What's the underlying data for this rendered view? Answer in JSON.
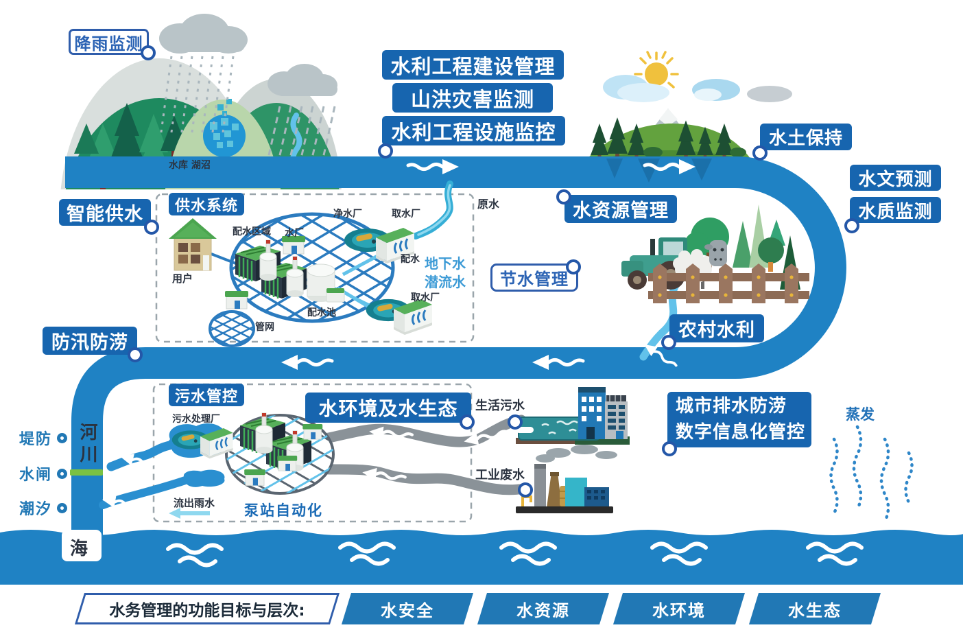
{
  "colors": {
    "badge_blue": "#1765af",
    "river_blue": "#1f82c4",
    "outline_blue": "#2f5dab",
    "light_stream_blue": "#62c2ea",
    "pipe_gray": "#8a9298",
    "legend_blue": "#2178b5",
    "sluice_green": "#7ac143"
  },
  "icons": {
    "connector_marker": "circle-outline",
    "flow_arrow": "wavy-arrow",
    "evaporation_mark": "dotted-squiggle"
  },
  "badges": {
    "rainfall_monitoring": "降雨监测",
    "construction_management": "水利工程建设管理",
    "mountain_flood_monitoring": "山洪灾害监测",
    "facility_monitoring": "水利工程设施监控",
    "soil_water_conservation": "水土保持",
    "hydrology_forecast": "水文预测",
    "water_quality_monitoring": "水质监测",
    "smart_water_supply": "智能供水",
    "water_resources_management": "水资源管理",
    "water_saving_management": "节水管理",
    "rural_water": "农村水利",
    "flood_prevention": "防汛防涝",
    "water_env_ecology": "水环境及水生态",
    "urban_drainage_line1": "城市排水防涝",
    "urban_drainage_line2": "数字信息化管控",
    "supply_system": "供水系统",
    "sewage_control": "污水管控"
  },
  "labels": {
    "reservoir_lake": "水库 湖沼",
    "raw_water": "原水",
    "user": "用户",
    "distribution_area": "配水区域",
    "water_plant": "水厂",
    "purification_plant": "净水厂",
    "intake_plant_top": "取水厂",
    "water_distribution": "配水",
    "groundwater_line1": "地下水",
    "groundwater_line2": "潜流水",
    "intake_plant_bottom": "取水厂",
    "distribution_pool": "配水池",
    "pipe_network": "管网",
    "sewage_treatment_plant": "污水处理厂",
    "domestic_sewage": "生活污水",
    "industrial_wastewater": "工业废水",
    "outflow_rainwater": "流出雨水",
    "pump_station_automation": "泵站自动化",
    "evaporation": "蒸发",
    "dike": "堤防",
    "sluice": "水闸",
    "tide": "潮汐",
    "river_channel": "河川",
    "sea": "海"
  },
  "legend": {
    "title": "水务管理的功能目标与层次:",
    "items": [
      "水安全",
      "水资源",
      "水环境",
      "水生态"
    ]
  }
}
